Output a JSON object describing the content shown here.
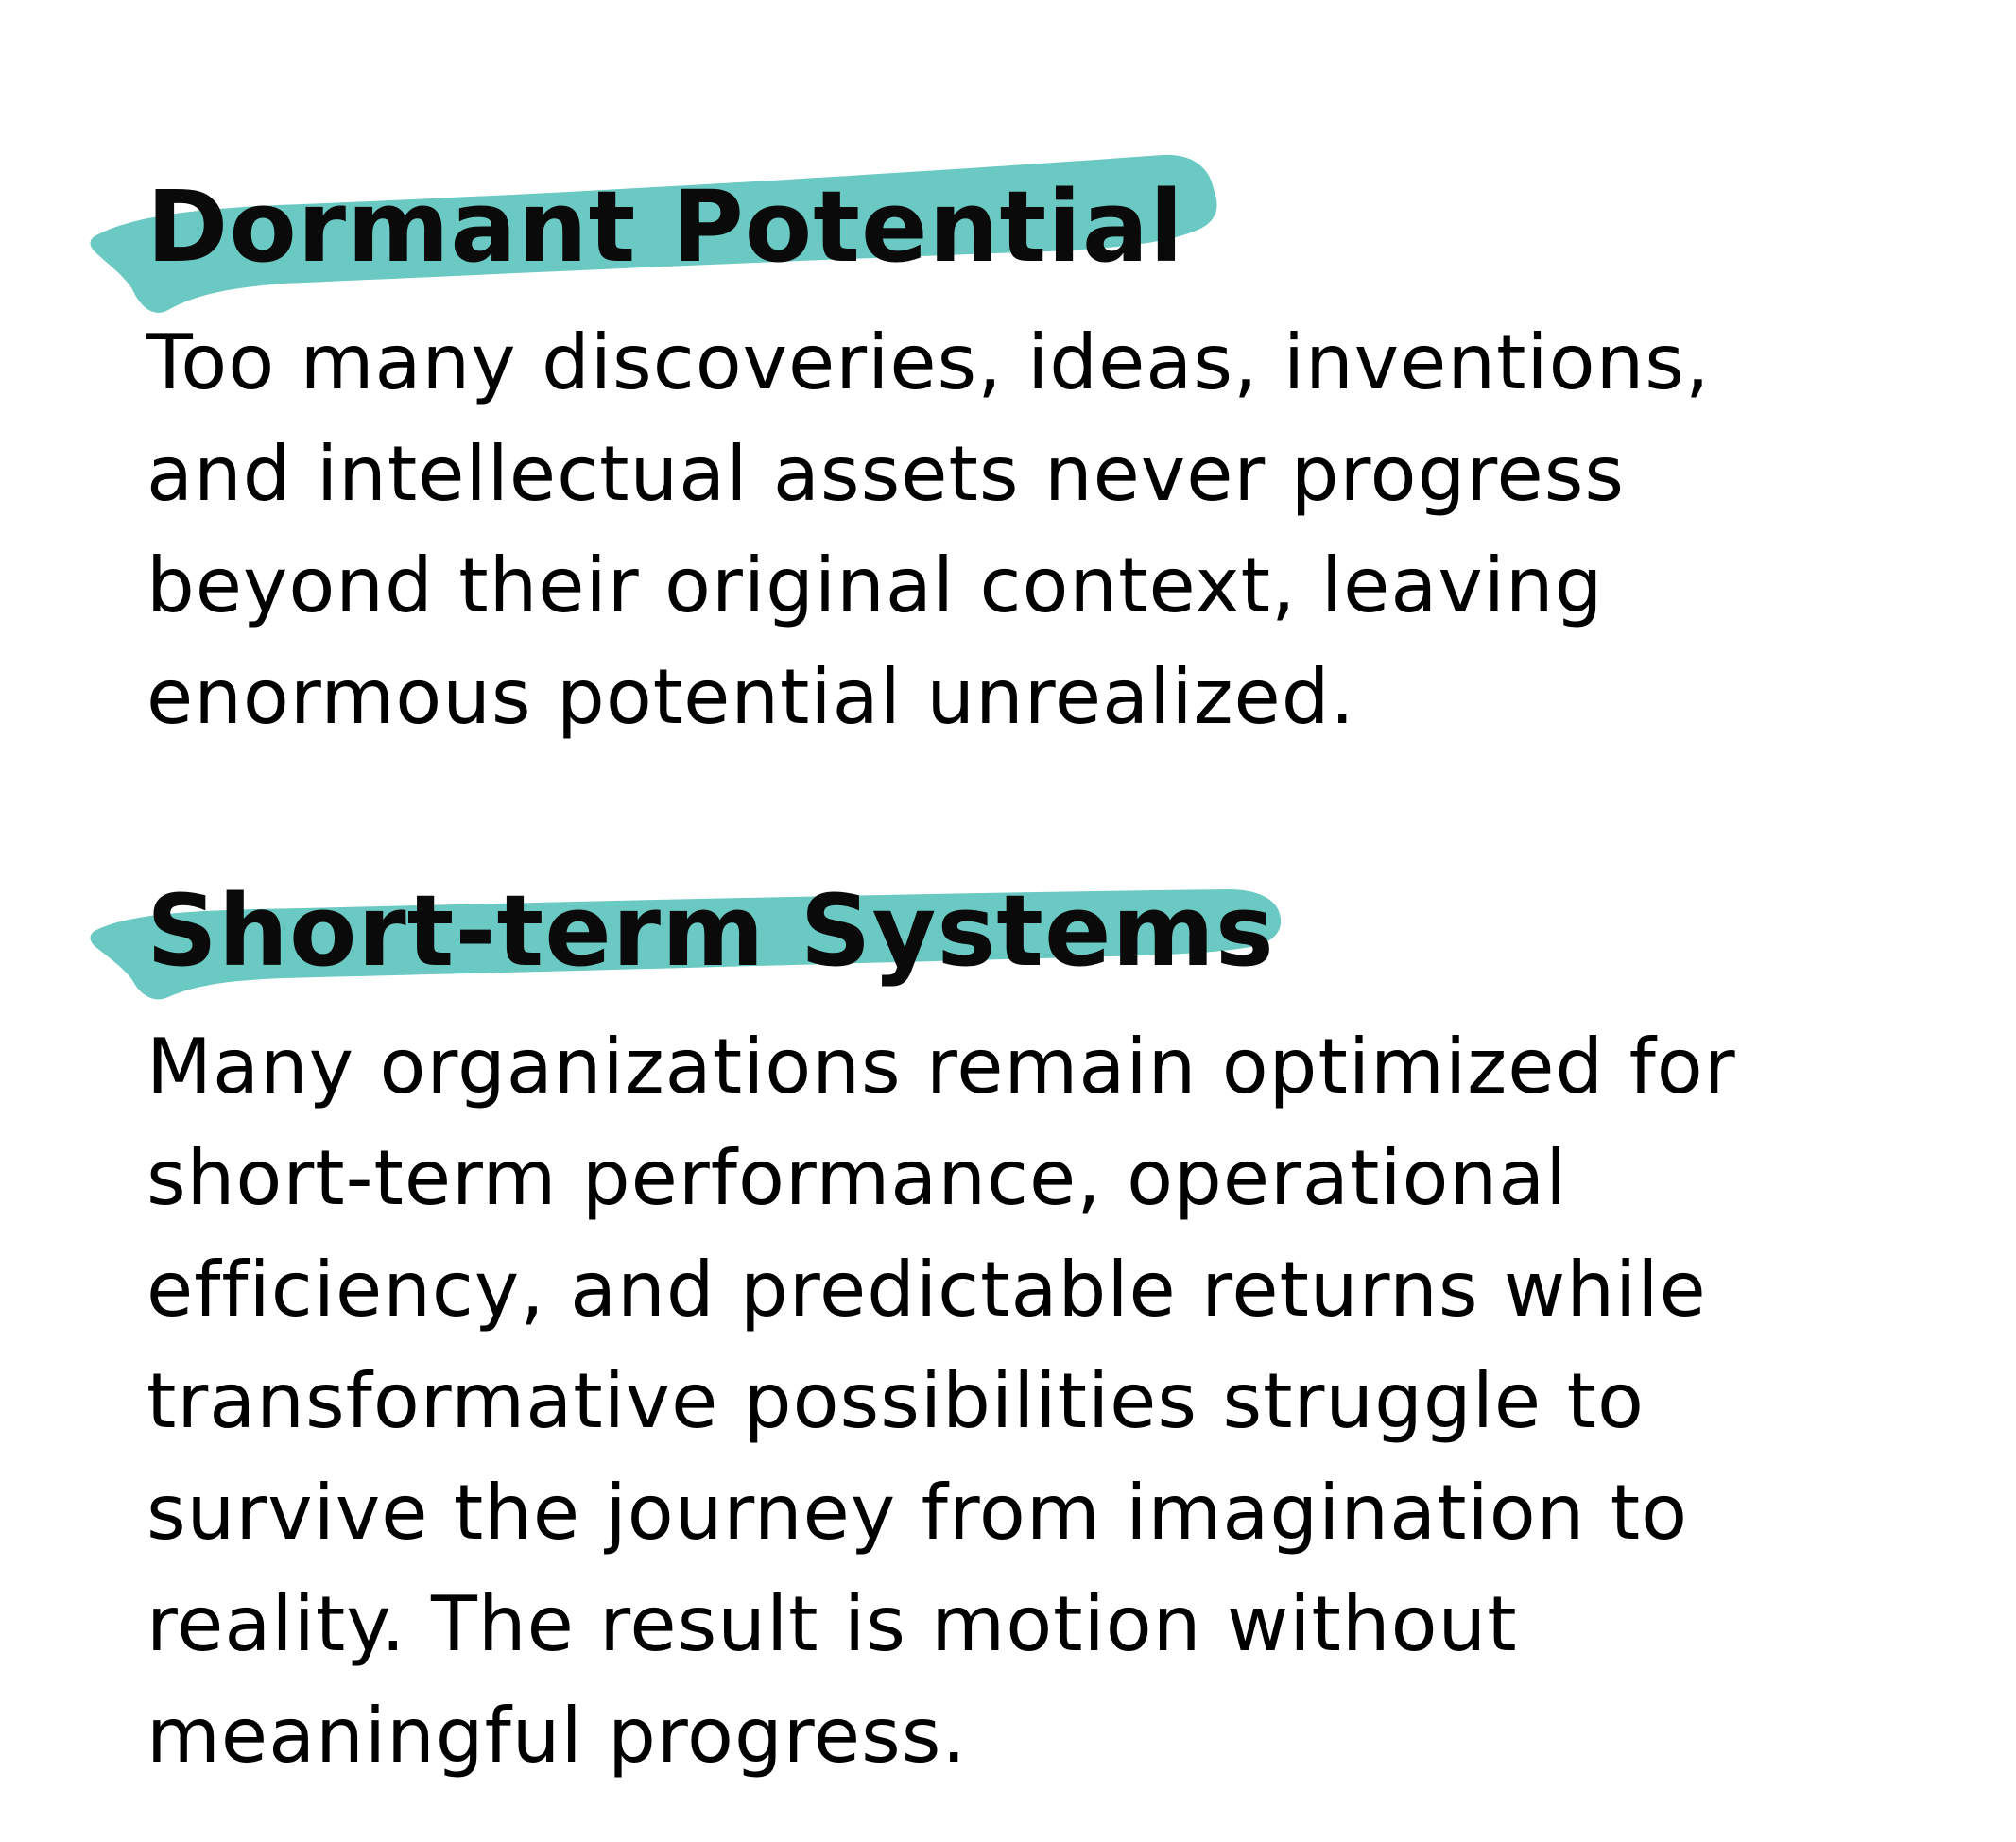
{
  "colors": {
    "highlight": "#6bc9c3",
    "text": "#000000"
  },
  "sections": [
    {
      "heading": "Dormant Potential",
      "lines": [
        "Too many discoveries, ideas, inventions,",
        "and intellectual assets never progress",
        "beyond their original context, leaving",
        "enormous potential unrealized."
      ]
    },
    {
      "heading": "Short-term Systems",
      "lines": [
        "Many organizations remain optimized for",
        "short-term performance, operational",
        "efficiency, and predictable returns while",
        "transformative possibilities struggle to",
        "survive the journey from imagination to",
        "reality. The result is motion without",
        "meaningful progress."
      ]
    }
  ]
}
